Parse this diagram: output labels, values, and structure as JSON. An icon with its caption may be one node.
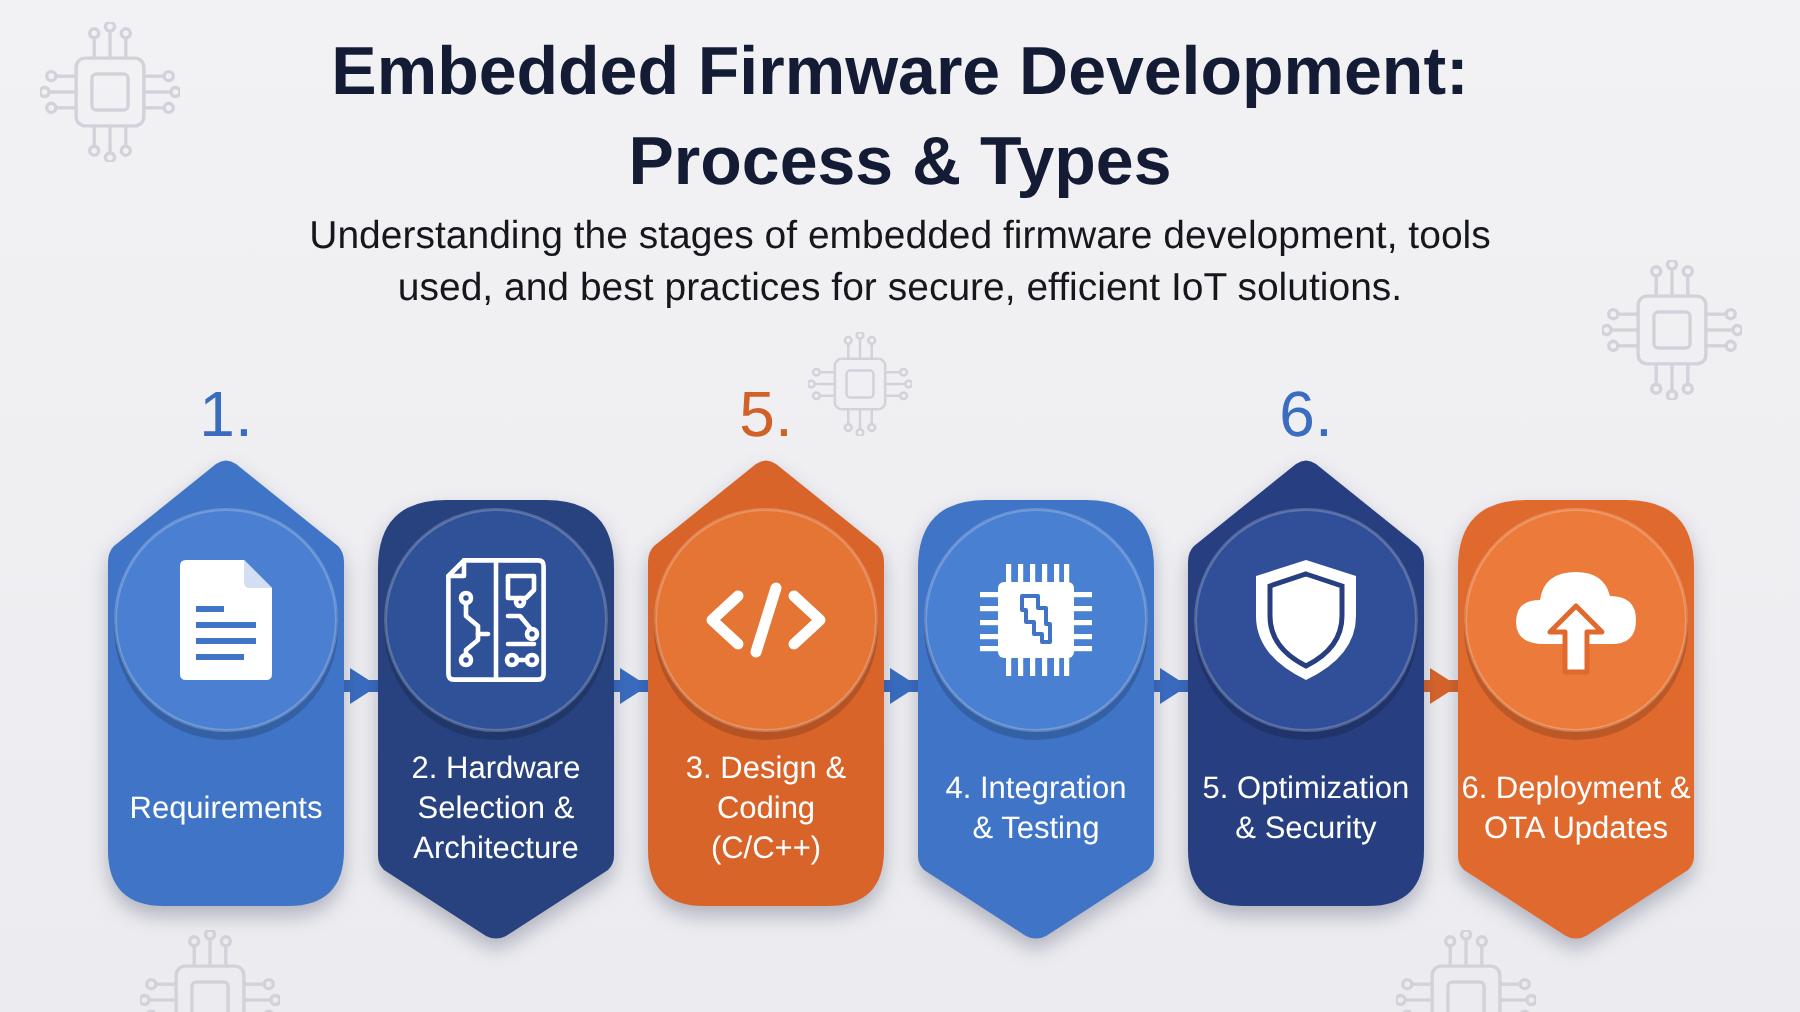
{
  "diagram": {
    "title": "Embedded Firmware Development: Process & Types",
    "caption": "Understanding the stages of embedded firmware development, tools used, and best practices for secure, efficient IoT solutions.",
    "nodes": [
      {
        "text": [
          "Requirements"
        ],
        "beside": [
          "1."
        ]
      },
      {
        "text": [
          "2. Hardware Selection & Architecture"
        ]
      },
      {
        "text": [
          "3. Design & Coding (C/C++)"
        ],
        "beside": [
          "5."
        ]
      },
      {
        "text": [
          "4. Integration & Testing"
        ]
      },
      {
        "text": [
          "5. Optimization & Security"
        ],
        "beside": [
          "6."
        ]
      },
      {
        "text": [
          "6. Deployment & OTA Updates"
        ]
      }
    ],
    "edges": [
      {
        "from": 0,
        "to": 1,
        "arrow": "to"
      },
      {
        "from": 1,
        "to": 2,
        "arrow": "to"
      },
      {
        "from": 2,
        "to": 3,
        "arrow": "to"
      },
      {
        "from": 3,
        "to": 4,
        "arrow": "to"
      },
      {
        "from": 4,
        "to": 5,
        "arrow": "to",
        "color": "#d9652b"
      }
    ]
  }
}
